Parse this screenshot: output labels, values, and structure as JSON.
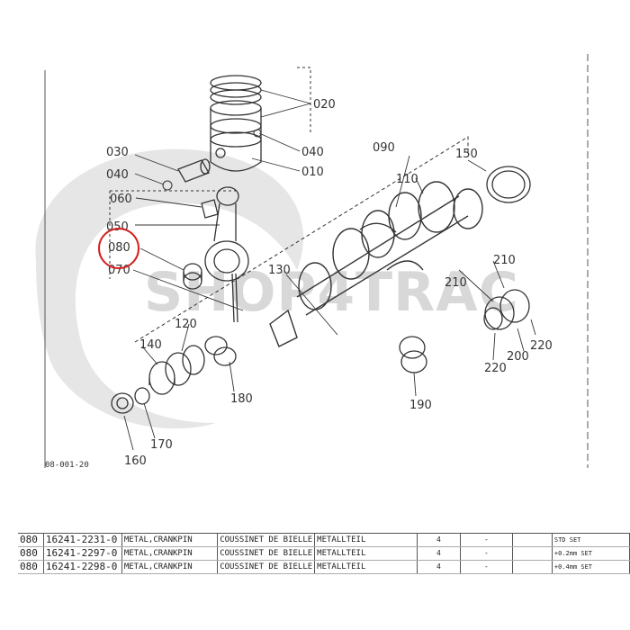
{
  "watermark": {
    "text": "SHOP4TRAC"
  },
  "figure_ref": "08-001-20",
  "highlighted_callout": "080",
  "callouts": {
    "c010": "010",
    "c020": "020",
    "c030": "030",
    "c040a": "040",
    "c040b": "040",
    "c050": "050",
    "c060": "060",
    "c070": "070",
    "c080": "080",
    "c090": "090",
    "c110": "110",
    "c120": "120",
    "c130": "130",
    "c140": "140",
    "c150": "150",
    "c160": "160",
    "c170": "170",
    "c180": "180",
    "c190": "190",
    "c200": "200",
    "c210a": "210",
    "c210b": "210",
    "c220a": "220",
    "c220b": "220"
  },
  "parts": [
    {
      "no": "080",
      "part_number": "16241-2231-0",
      "name": "METAL,CRANKPIN",
      "name_fr": "COUSSINET DE BIELLE",
      "name_de": "METALLTEIL",
      "qty": "4",
      "dash": "-",
      "remark": "STD SET"
    },
    {
      "no": "080",
      "part_number": "16241-2297-0",
      "name": "METAL,CRANKPIN",
      "name_fr": "COUSSINET DE BIELLE",
      "name_de": "METALLTEIL",
      "qty": "4",
      "dash": "-",
      "remark": "+0.2mm SET"
    },
    {
      "no": "080",
      "part_number": "16241-2298-0",
      "name": "METAL,CRANKPIN",
      "name_fr": "COUSSINET DE BIELLE",
      "name_de": "METALLTEIL",
      "qty": "4",
      "dash": "-",
      "remark": "+0.4mm SET"
    }
  ],
  "colors": {
    "highlight": "#d42020",
    "watermark": "#d8d8d8",
    "lines": "#333333"
  }
}
